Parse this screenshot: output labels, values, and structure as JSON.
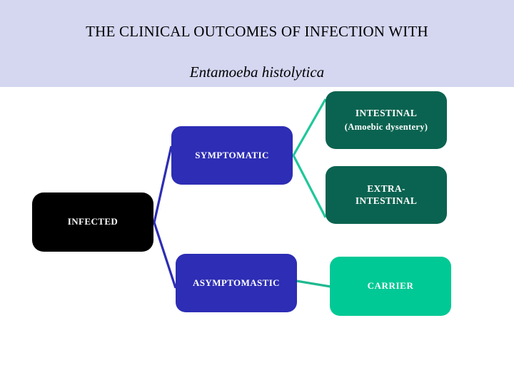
{
  "slide": {
    "background_color": "#ffffff",
    "header": {
      "background_color": "#d5d7f1",
      "title_line1": "THE CLINICAL OUTCOMES OF INFECTION WITH",
      "title_line2": "Entamoeba histolytica"
    }
  },
  "nodes": {
    "infected": {
      "label": "INFECTED",
      "fill": "#000000",
      "text_color": "#ffffff"
    },
    "symptomatic": {
      "label": "SYMPTOMATIC",
      "fill": "#2d2db5",
      "text_color": "#ffffff"
    },
    "asymptomastic": {
      "label": "ASYMPTOMASTIC",
      "fill": "#2d2db5",
      "text_color": "#ffffff"
    },
    "intestinal": {
      "label_line1": "INTESTINAL",
      "label_line2": "(Amoebic dysentery)",
      "fill": "#0a6350",
      "text_color": "#ffffff"
    },
    "extra_intestinal": {
      "label_line1": "EXTRA-",
      "label_line2": "INTESTINAL",
      "fill": "#0a6350",
      "text_color": "#ffffff"
    },
    "carrier": {
      "label": "CARRIER",
      "fill": "#00c995",
      "text_color": "#ffffff"
    }
  },
  "connectors": {
    "infected_branch_color": "#2d2db5",
    "symptomatic_branch_color": "#1fc79a",
    "carrier_link_color": "#1fb98f"
  }
}
